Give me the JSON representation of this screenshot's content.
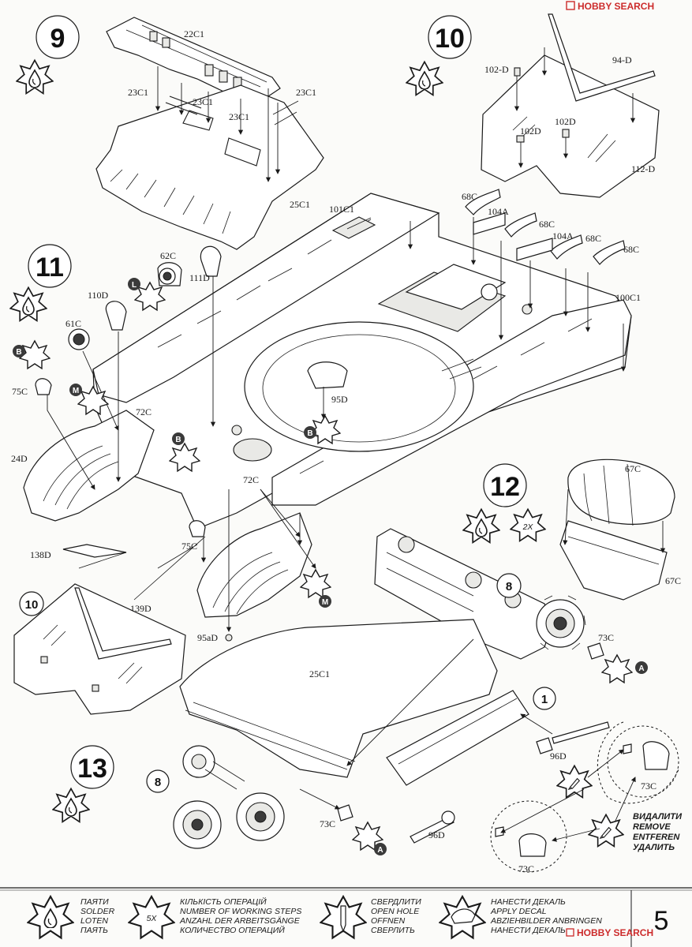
{
  "steps": [
    "9",
    "10",
    "11",
    "12",
    "13"
  ],
  "substeps": [
    "8",
    "10",
    "8",
    "1"
  ],
  "parts": {
    "p22C1": "22C1",
    "p23C1": "23C1",
    "p25C1": "25C1",
    "p101C1": "101C1",
    "p102D": "102-D",
    "p102Db": "102D",
    "p94D": "94-D",
    "p112D": "112-D",
    "p68C": "68C",
    "p104A": "104A",
    "p100C1": "100C1",
    "p62C": "62C",
    "p111D": "111D",
    "p110D": "110D",
    "p61C": "61C",
    "p75C": "75C",
    "p72C": "72C",
    "p95D": "95D",
    "p24D": "24D",
    "p138D": "138D",
    "p139D": "139D",
    "p95aD": "95aD",
    "p67C": "67C",
    "p73C": "73C",
    "p96D": "96D"
  },
  "badges": {
    "glue": "glue-icon",
    "letterB": "B",
    "letterL": "L",
    "letterM": "M",
    "letterA": "A",
    "times2": "2X"
  },
  "remove_callout": [
    "ВИДАЛИТИ",
    "REMOVE",
    "ENTFEREN",
    "УДАЛИТЬ"
  ],
  "legend": {
    "glue": [
      "ПАЯТИ",
      "SOLDER",
      "LOTEN",
      "ПАЯТЬ"
    ],
    "steps": [
      "КІЛЬКІСТЬ ОПЕРАЦІЙ",
      "NUMBER OF WORKING STEPS",
      "ANZAHL DER ARBEITSGÄNGE",
      "КОЛИЧЕСТВО ОПЕРАЦИЙ"
    ],
    "steps_badge": "5X",
    "drill": [
      "СВЕРДЛИТИ",
      "OPEN HOLE",
      "OFFNEN",
      "СВЕРЛИТЬ"
    ],
    "decal": [
      "НАНЕСТИ ДЕКАЛЬ",
      "APPLY DECAL",
      "ABZIEHBILDER ANBRINGEN",
      "НАНЕСТИ ДЕКАЛЬ"
    ]
  },
  "page_number": "5",
  "watermarks": {
    "top": "HOBBY SEARCH",
    "bottom": "HOBBY SEARCH"
  }
}
